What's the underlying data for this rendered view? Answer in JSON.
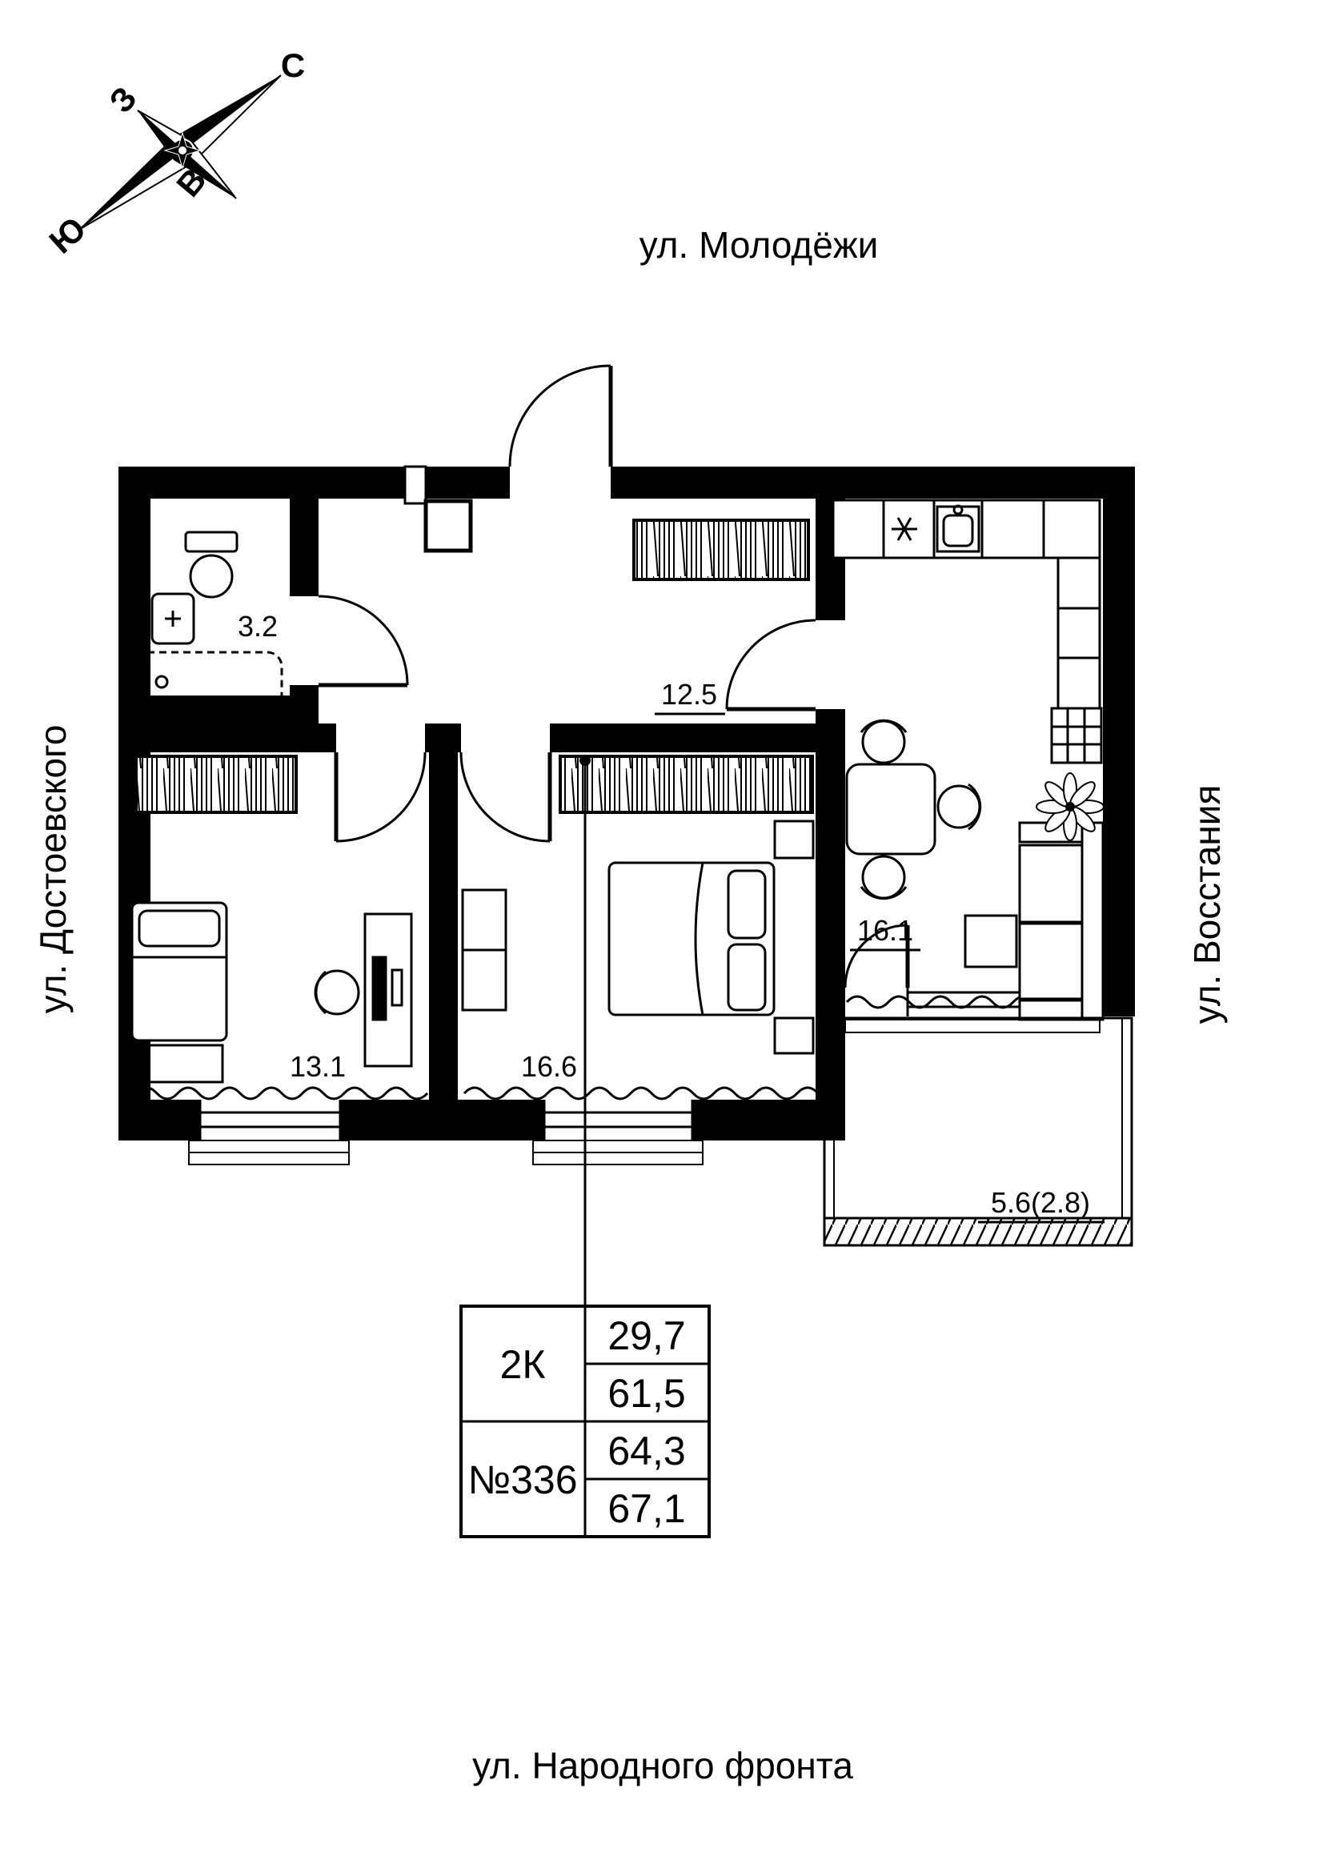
{
  "compass": {
    "n": "С",
    "w": "З",
    "e": "В",
    "s": "Ю"
  },
  "streets": {
    "top": "ул. Молодёжи",
    "left": "ул. Достоевского",
    "right": "ул. Восстания",
    "bottom": "ул. Народного фронта"
  },
  "rooms": {
    "bathroom": "3.2",
    "hallway": "12.5",
    "bedroom1": "13.1",
    "bedroom2": "16.6",
    "kitchen_living": "16.1",
    "balcony": "5.6(2.8)"
  },
  "info_table": {
    "type": "2К",
    "number": "№336",
    "rows": [
      "29,7",
      "61,5",
      "64,3",
      "67,1"
    ]
  },
  "colors": {
    "ink": "#000000",
    "paper": "#ffffff"
  }
}
